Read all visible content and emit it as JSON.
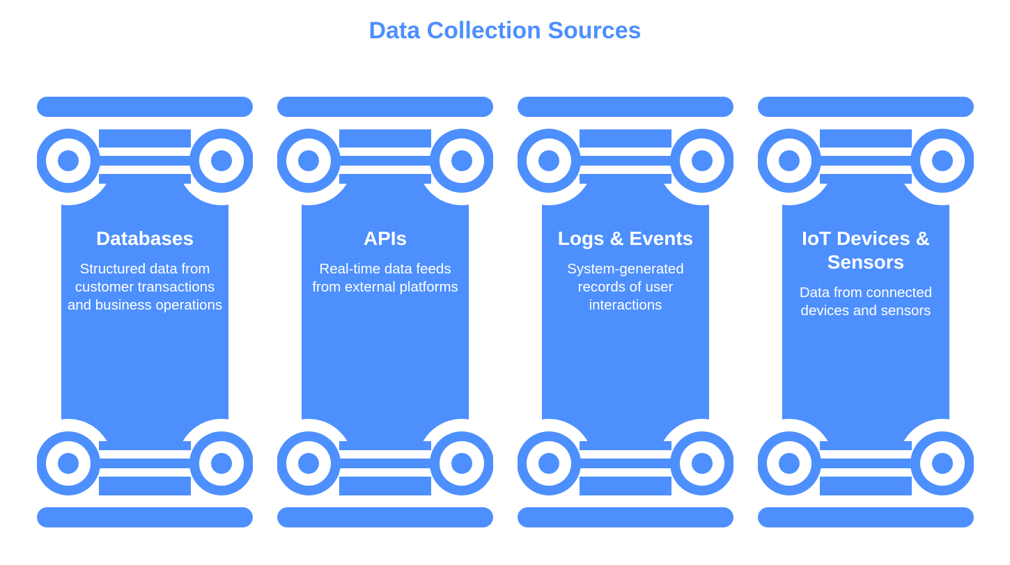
{
  "title": "Data Collection Sources",
  "colors": {
    "accent": "#4d8ffd",
    "background": "#ffffff",
    "text_on_accent": "#ffffff"
  },
  "pillars": [
    {
      "heading": "Databases",
      "description": "Structured data from customer transactions and business operations"
    },
    {
      "heading": "APIs",
      "description": "Real-time data feeds from external platforms"
    },
    {
      "heading": "Logs & Events",
      "description": "System-generated records of user interactions"
    },
    {
      "heading": "IoT Devices & Sensors",
      "description": "Data from connected devices and sensors"
    }
  ]
}
